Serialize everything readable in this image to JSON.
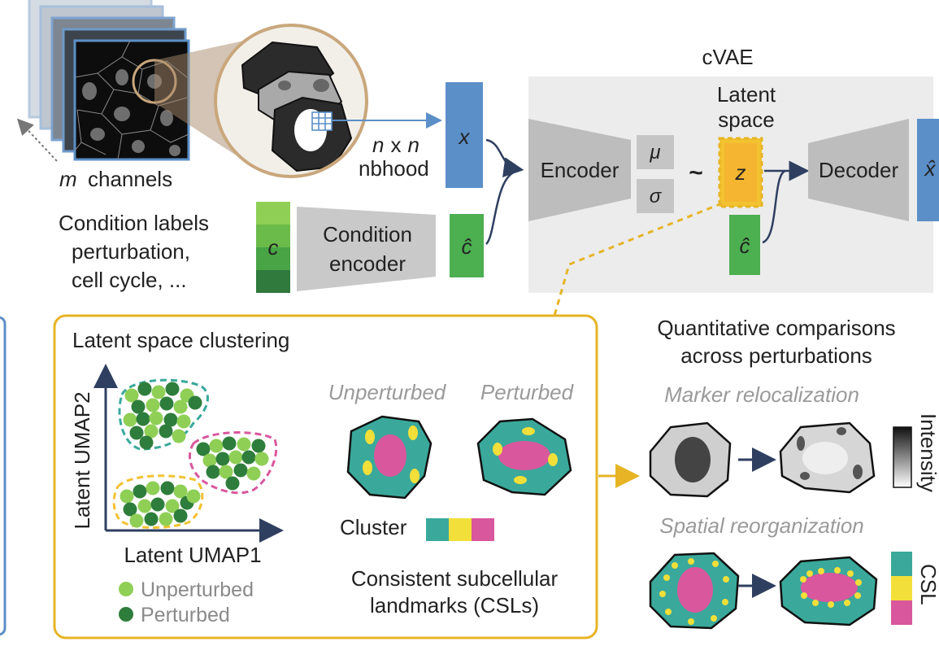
{
  "top": {
    "m_label": "m",
    "channels_label": "channels",
    "nn_line1_a": "n",
    "nn_line1_x": "x",
    "nn_line1_b": "n",
    "nbhood": "nbhood",
    "x_var": "x",
    "chat_var": "ĉ",
    "c_var": "c",
    "condition_labels": "Condition labels",
    "condition_line2": "perturbation,",
    "condition_line3": "cell cycle, ...",
    "condition_encoder_1": "Condition",
    "condition_encoder_2": "encoder"
  },
  "cvae": {
    "title": "cVAE",
    "encoder": "Encoder",
    "mu": "μ",
    "sigma": "σ",
    "tilde": "~",
    "latent_1": "Latent",
    "latent_2": "space",
    "z": "z",
    "chat": "ĉ",
    "decoder": "Decoder",
    "xhat": "x̂"
  },
  "clustering": {
    "title": "Latent space clustering",
    "ylabel": "Latent UMAP2",
    "xlabel": "Latent UMAP1",
    "legend_unperturbed": "Unperturbed",
    "legend_perturbed": "Perturbed",
    "unperturbed": "Unperturbed",
    "perturbed": "Perturbed",
    "cluster": "Cluster",
    "csl_1": "Consistent subcellular",
    "csl_2": "landmarks (CSLs)"
  },
  "quant": {
    "title_1": "Quantitative comparisons",
    "title_2": "across perturbations",
    "marker": "Marker relocalization",
    "intensity": "Intensity",
    "spatial": "Spatial reorganization",
    "csl": "CSL"
  },
  "colors": {
    "blue": "#5b8fc8",
    "green": "#4caf50",
    "yellow": "#f2c230",
    "teal": "#3aa99b",
    "pink": "#d9579c",
    "gray_box": "#ececec"
  }
}
